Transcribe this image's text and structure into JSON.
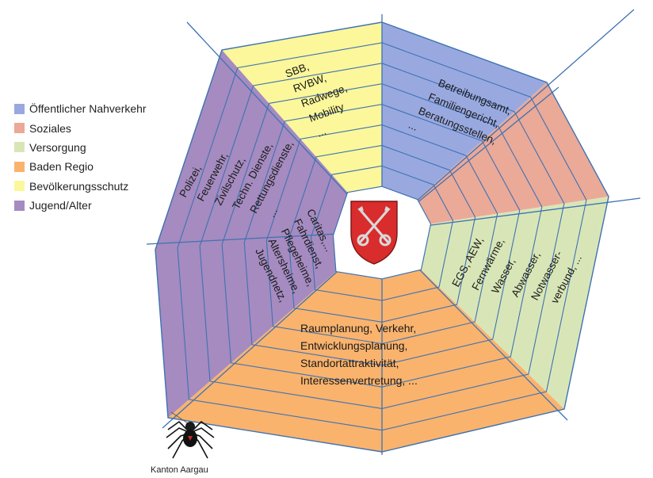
{
  "legend": [
    {
      "label": "Öffentlicher Nahverkehr",
      "color": "#99a9e0"
    },
    {
      "label": "Soziales",
      "color": "#eba998"
    },
    {
      "label": "Versorgung",
      "color": "#d8e6b7"
    },
    {
      "label": "Baden Regio",
      "color": "#f9b36d"
    },
    {
      "label": "Bevölkerungsschutz",
      "color": "#fbf79a"
    },
    {
      "label": "Jugend/Alter",
      "color": "#a58bc0"
    }
  ],
  "segments": {
    "nahverkehr": {
      "color": "#99a9e0",
      "lines": [
        "SBB,",
        "RVBW,",
        "Radwege,",
        "Mobility",
        "..."
      ]
    },
    "soziales": {
      "color": "#eba998",
      "lines": [
        "Betreibungsamt,",
        "Familiengericht,",
        "Beratungsstellen,",
        "..."
      ]
    },
    "versorgung": {
      "color": "#d8e6b7",
      "lines": [
        "EGS, AEW,",
        "Fernwärme,",
        "Wasser,",
        "Abwasser,",
        "Notwasser-",
        "verbund, ..."
      ]
    },
    "baden_regio": {
      "color": "#f9b36d",
      "lines": [
        "Raumplanung, Verkehr,",
        "Entwicklungsplanung,",
        "Standortattraktivität,",
        "Interessenvertretung, ..."
      ]
    },
    "bevoelkerungsschutz": {
      "color": "#fbf79a",
      "lines": [
        "Polizei,",
        "Feuerwehr,",
        "Zivilschutz,",
        "Techn. Dienste,",
        "Rettungsdienste,",
        "..."
      ]
    },
    "jugend_alter": {
      "color": "#a58bc0",
      "lines": [
        "Jugendnetz,",
        "Altersheime,",
        "Pflegeheime,",
        "Fahrdienst,",
        "Caritas,..."
      ]
    }
  },
  "web_line_color": "#3f72b2",
  "coat_of_arms": {
    "field": "#d92c2c",
    "keys": "#d8d8d8"
  },
  "spider_caption": "Kanton Aargau"
}
